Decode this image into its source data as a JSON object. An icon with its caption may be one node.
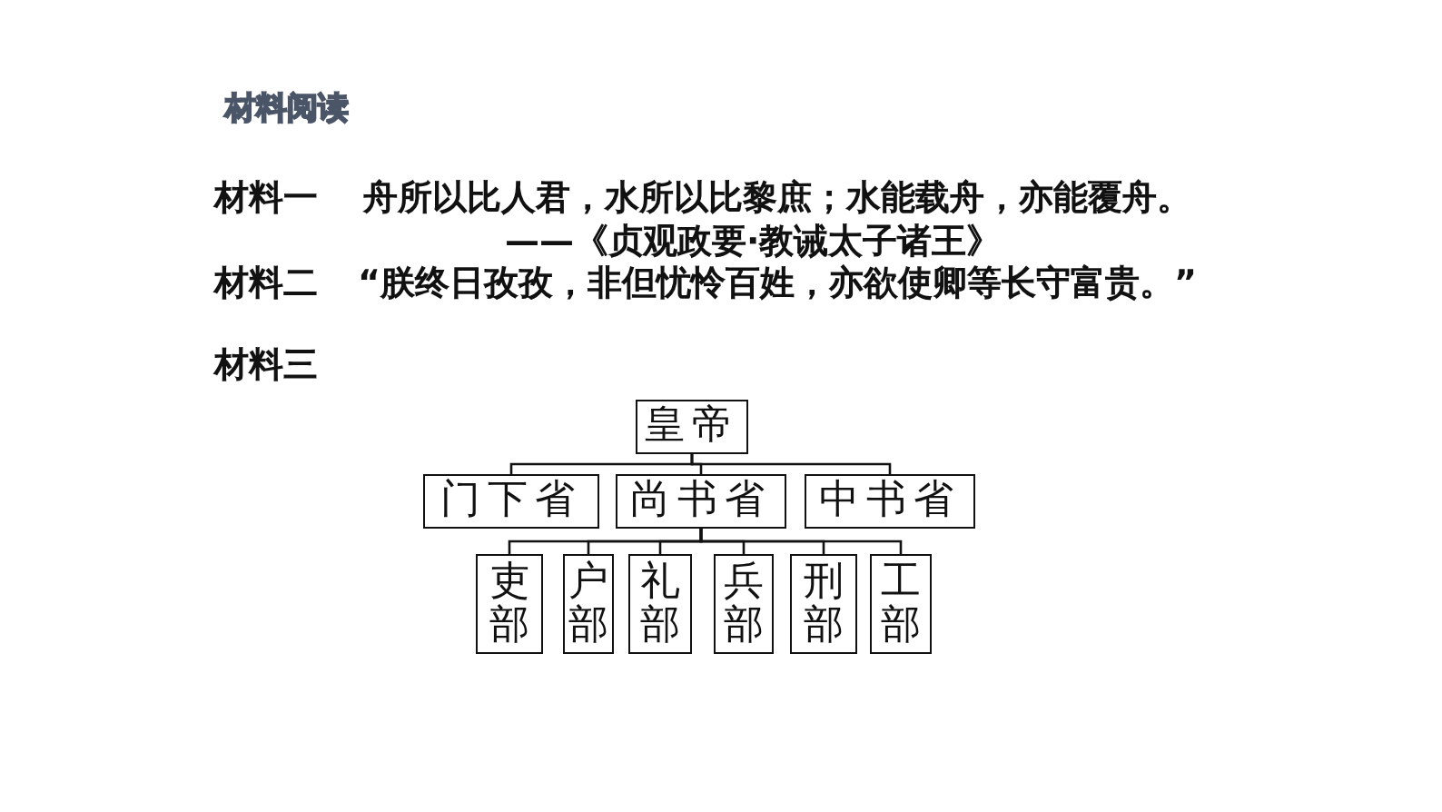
{
  "diagram": {
    "title": "材料阅读",
    "nodes": [
      {
        "text": [
          "皇帝"
        ]
      },
      {
        "text": [
          "门下省"
        ]
      },
      {
        "text": [
          "尚书省"
        ]
      },
      {
        "text": [
          "中书省"
        ]
      },
      {
        "text": [
          "吏部"
        ]
      },
      {
        "text": [
          "户部"
        ]
      },
      {
        "text": [
          "礼部"
        ]
      },
      {
        "text": [
          "兵部"
        ]
      },
      {
        "text": [
          "刑部"
        ]
      },
      {
        "text": [
          "工部"
        ]
      }
    ],
    "edges": [
      {
        "from": 0,
        "to": 1,
        "arrow": "none"
      },
      {
        "from": 0,
        "to": 2,
        "arrow": "none"
      },
      {
        "from": 0,
        "to": 3,
        "arrow": "none"
      },
      {
        "from": 2,
        "to": 4,
        "arrow": "none"
      },
      {
        "from": 2,
        "to": 5,
        "arrow": "none"
      },
      {
        "from": 2,
        "to": 6,
        "arrow": "none"
      },
      {
        "from": 2,
        "to": 7,
        "arrow": "none"
      },
      {
        "from": 2,
        "to": 8,
        "arrow": "none"
      },
      {
        "from": 2,
        "to": 9,
        "arrow": "none"
      }
    ],
    "labels": [
      "材料一",
      "舟所以比人君，水所以比黎庶；水能载舟，亦能覆舟。",
      "——《贞观政要·教诫太子诸王》",
      "材料二",
      "“朕终日孜孜，非但忧怜百姓，亦欲使卿等长守富贵。”",
      "材料三"
    ]
  }
}
